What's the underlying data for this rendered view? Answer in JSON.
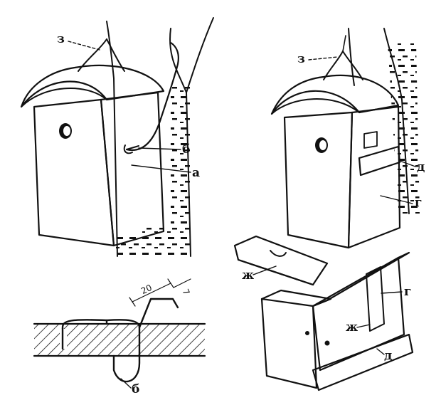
{
  "labels": {
    "wire": "з",
    "hook_main": "б",
    "board_a": "а",
    "board_d": "д",
    "board_g": "г",
    "wedge_zh": "ж",
    "detail_hook": "б",
    "dim_20": "20",
    "dim_7": "7"
  },
  "colors": {
    "ink": "#111111",
    "paper": "#ffffff"
  }
}
